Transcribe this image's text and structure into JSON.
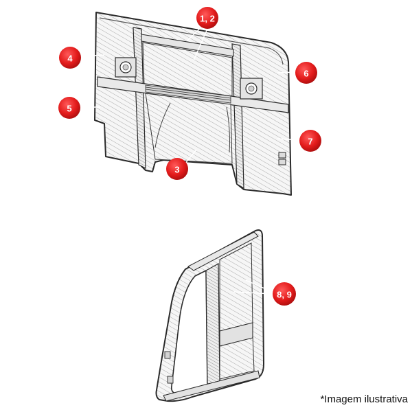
{
  "callouts": {
    "c12": "1, 2",
    "c3": "3",
    "c4": "4",
    "c5": "5",
    "c6": "6",
    "c7": "7",
    "c89": "8, 9"
  },
  "caption": "*Imagem ilustrativa",
  "colors": {
    "callout_fill": "#e31b1b",
    "line": "#2a2a2a",
    "hatch": "#9a9a9a",
    "panel_fill": "#f4f4f4"
  }
}
